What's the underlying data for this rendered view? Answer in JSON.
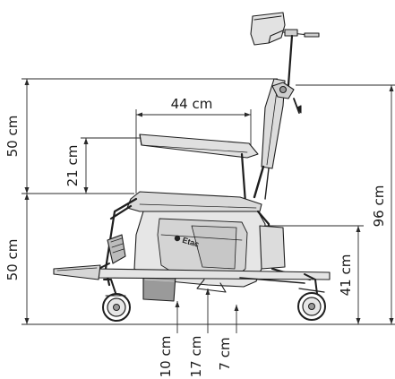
{
  "colors": {
    "line": "#1e1e1e",
    "dimension": "#2a2a2a",
    "frame": "#d9d9d9",
    "panel": "#cfcfcf",
    "dark_fill": "#9a9a9a",
    "background": "#ffffff"
  },
  "dimensions": {
    "back_height": "50 cm",
    "seat_height": "50 cm",
    "armrest_height": "21 cm",
    "seat_depth": "44 cm",
    "overall_height": "96 cm",
    "bucket_clearance": "41 cm",
    "ground_clearance_front": "10 cm",
    "ground_clearance_middle": "17 cm",
    "ground_clearance_rear": "7 cm"
  },
  "brand": {
    "logo_text": "Etac",
    "logo_shape": "etac-logo-mark"
  }
}
